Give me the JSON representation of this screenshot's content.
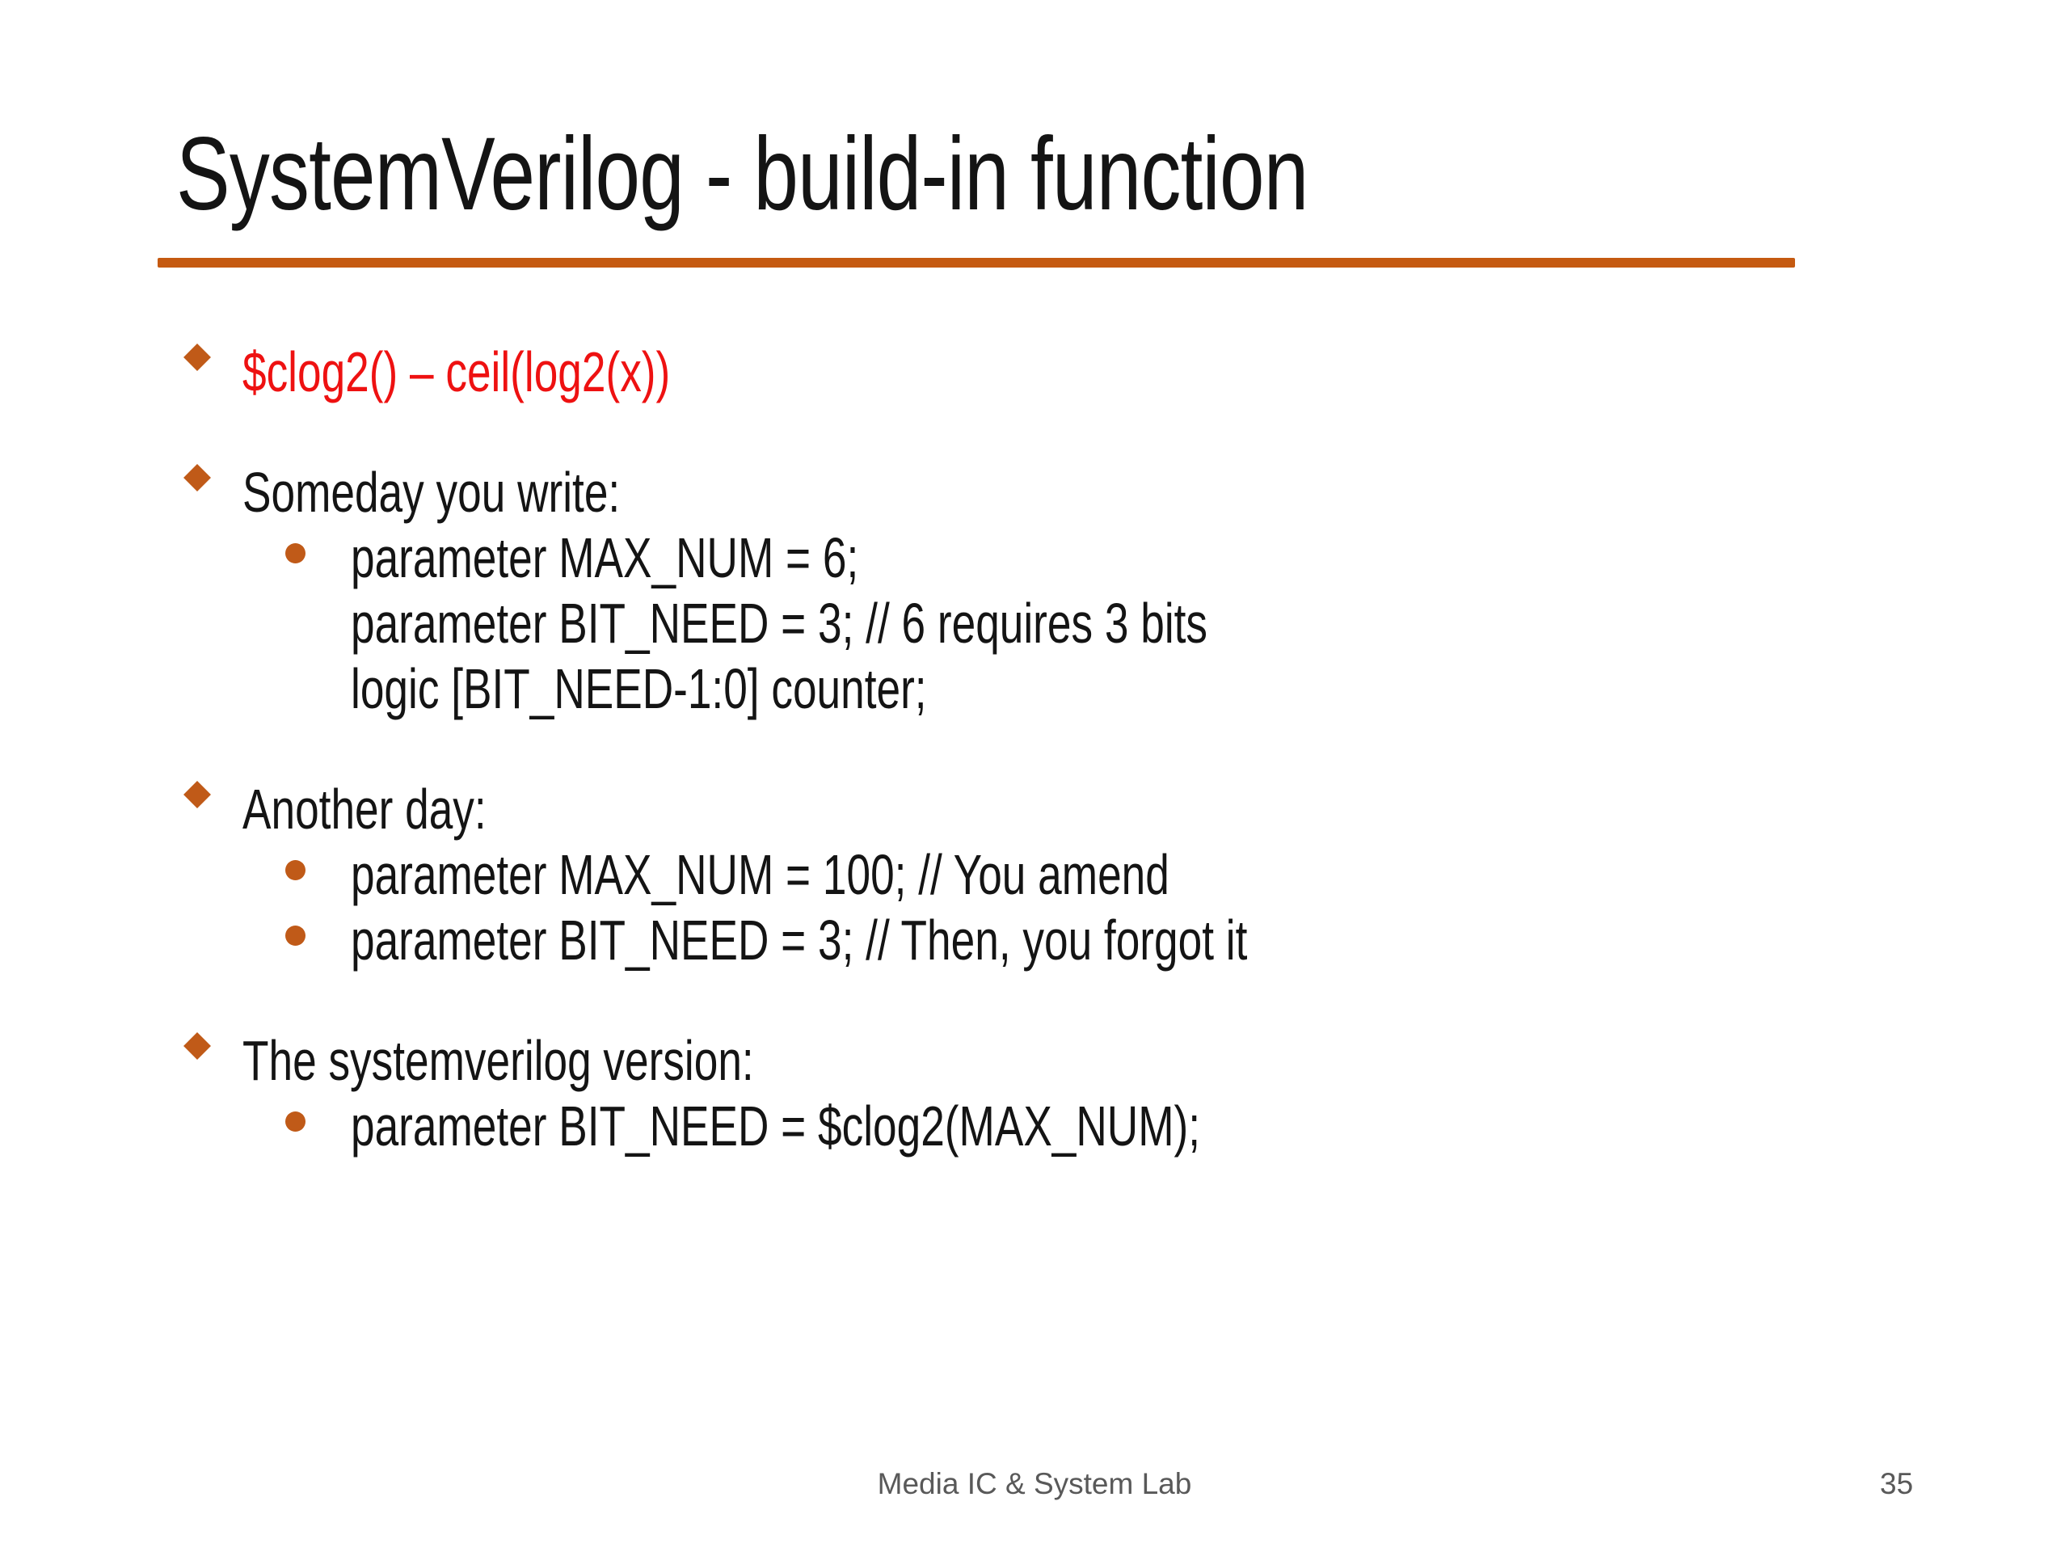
{
  "slide": {
    "title": "SystemVerilog - build-in function"
  },
  "colors": {
    "background": "#ffffff",
    "ink": "#141414",
    "accent_rule": "#C55A11",
    "bullet": "#C05A18",
    "red_text": "#EE1111",
    "muted_footer": "#595959"
  },
  "icons": {
    "level1_bullet": "diamond-bullet-icon",
    "level2_bullet": "dot-bullet-icon"
  },
  "content": {
    "blocks": [
      {
        "heading": "$clog2() – ceil(log2(x))",
        "heading_style": "red",
        "items": []
      },
      {
        "heading": "Someday you write:",
        "heading_style": "normal",
        "items": [
          {
            "text": "parameter MAX_NUM = 6;",
            "bulleted": true
          },
          {
            "text": "parameter BIT_NEED = 3; // 6 requires 3 bits",
            "bulleted": false
          },
          {
            "text": "logic [BIT_NEED-1:0] counter;",
            "bulleted": false
          }
        ]
      },
      {
        "heading": "Another day:",
        "heading_style": "normal",
        "items": [
          {
            "text": "parameter MAX_NUM = 100; // You amend",
            "bulleted": true
          },
          {
            "text": "parameter BIT_NEED = 3; // Then, you forgot it",
            "bulleted": true
          }
        ]
      },
      {
        "heading": "The systemverilog version:",
        "heading_style": "normal",
        "items": [
          {
            "text": "parameter BIT_NEED = $clog2(MAX_NUM);",
            "bulleted": true
          }
        ]
      }
    ]
  },
  "footer": {
    "lab": "Media IC & System Lab",
    "page": "35"
  }
}
